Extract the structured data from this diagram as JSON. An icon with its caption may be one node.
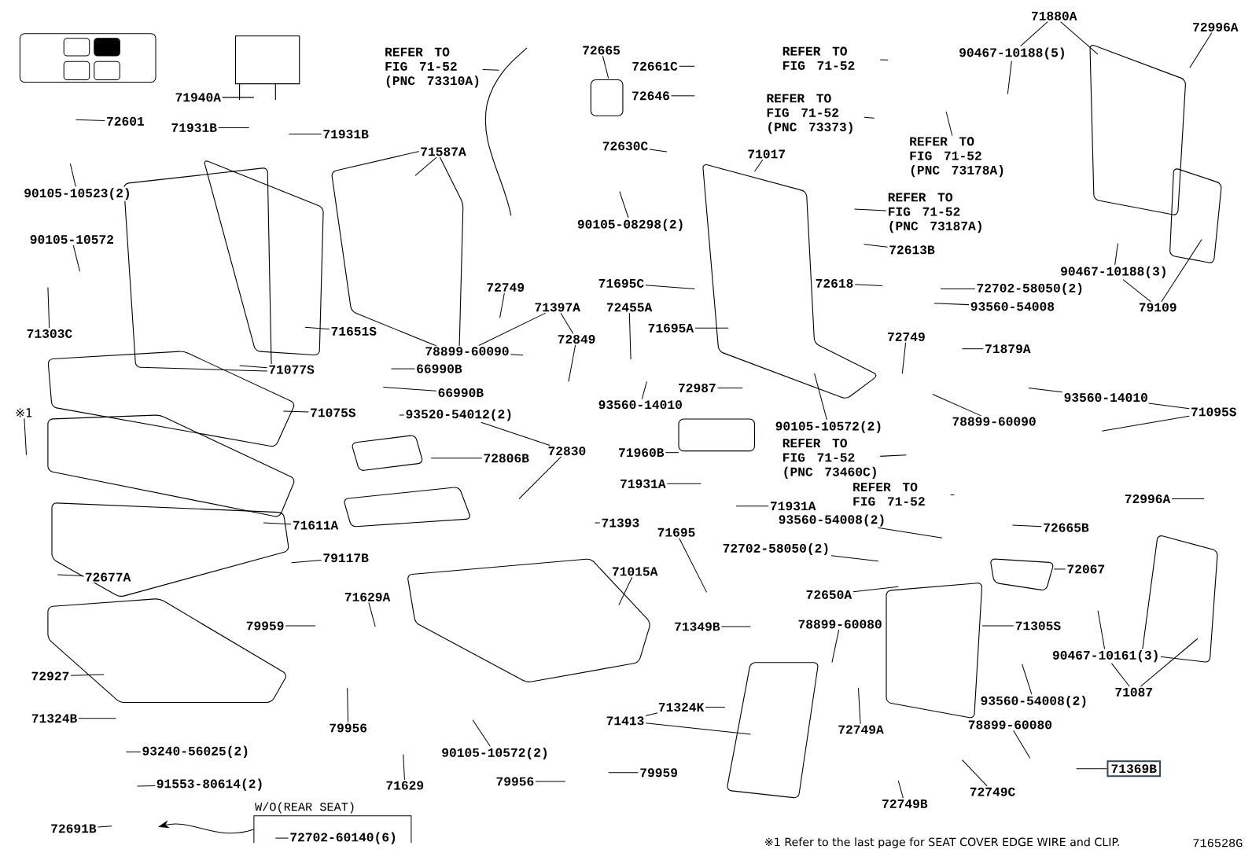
{
  "diagram": {
    "nodes": [
      {
        "text": [
          "REFER TO FIG 71-52 (PNC 73310A)"
        ]
      },
      {
        "text": [
          "72665"
        ]
      },
      {
        "text": [
          "72661C"
        ]
      },
      {
        "text": [
          "72646"
        ]
      },
      {
        "text": [
          "REFER TO FIG 71-52"
        ]
      },
      {
        "text": [
          "REFER TO FIG 71-52 (PNC 73373)"
        ]
      },
      {
        "text": [
          "REFER TO FIG 71-52 (PNC 73178A)"
        ]
      },
      {
        "text": [
          "REFER TO FIG 71-52 (PNC 73187A)"
        ]
      },
      {
        "text": [
          "71880A"
        ]
      },
      {
        "text": [
          "72996A"
        ]
      },
      {
        "text": [
          "90467-10188(5)"
        ]
      },
      {
        "text": [
          "71940A"
        ]
      },
      {
        "text": [
          "72601"
        ]
      },
      {
        "text": [
          "71931B"
        ]
      },
      {
        "text": [
          "71931B"
        ]
      },
      {
        "text": [
          "71587A"
        ]
      },
      {
        "text": [
          "72630C"
        ]
      },
      {
        "text": [
          "71017"
        ]
      },
      {
        "text": [
          "90105-10523(2)"
        ]
      },
      {
        "text": [
          "90105-10572"
        ]
      },
      {
        "text": [
          "90105-08298(2)"
        ]
      },
      {
        "text": [
          "72613B"
        ]
      },
      {
        "text": [
          "90467-10188(3)"
        ]
      },
      {
        "text": [
          "79109"
        ]
      },
      {
        "text": [
          "72618"
        ]
      },
      {
        "text": [
          "72702-58050(2)"
        ]
      },
      {
        "text": [
          "93560-54008"
        ]
      },
      {
        "text": [
          "71303C"
        ]
      },
      {
        "text": [
          "71651S"
        ]
      },
      {
        "text": [
          "72749"
        ]
      },
      {
        "text": [
          "71397A"
        ]
      },
      {
        "text": [
          "72455A"
        ]
      },
      {
        "text": [
          "71695C"
        ]
      },
      {
        "text": [
          "71695A"
        ]
      },
      {
        "text": [
          "72849"
        ]
      },
      {
        "text": [
          "78899-60090"
        ]
      },
      {
        "text": [
          "72749"
        ]
      },
      {
        "text": [
          "71879A"
        ]
      },
      {
        "text": [
          "71077S"
        ]
      },
      {
        "text": [
          "66990B"
        ]
      },
      {
        "text": [
          "66990B"
        ]
      },
      {
        "text": [
          "72987"
        ]
      },
      {
        "text": [
          "93560-14010"
        ]
      },
      {
        "text": [
          "78899-60090"
        ]
      },
      {
        "text": [
          "93560-14010"
        ]
      },
      {
        "text": [
          "71095S"
        ]
      },
      {
        "text": [
          "90105-10572(2)"
        ]
      },
      {
        "text": [
          "REFER TO FIG 71-52 (PNC 73460C)"
        ]
      },
      {
        "text": [
          "※1"
        ]
      },
      {
        "text": [
          "71075S"
        ]
      },
      {
        "text": [
          "93520-54012(2)"
        ]
      },
      {
        "text": [
          "72806B"
        ]
      },
      {
        "text": [
          "72830"
        ]
      },
      {
        "text": [
          "71960B"
        ]
      },
      {
        "text": [
          "71931A"
        ]
      },
      {
        "text": [
          "71931A"
        ]
      },
      {
        "text": [
          "REFER TO FIG 71-52"
        ]
      },
      {
        "text": [
          "72996A"
        ]
      },
      {
        "text": [
          "71611A"
        ]
      },
      {
        "text": [
          "71393"
        ]
      },
      {
        "text": [
          "71695"
        ]
      },
      {
        "text": [
          "93560-54008(2)"
        ]
      },
      {
        "text": [
          "72665B"
        ]
      },
      {
        "text": [
          "72702-58050(2)"
        ]
      },
      {
        "text": [
          "72677A"
        ]
      },
      {
        "text": [
          "79117B"
        ]
      },
      {
        "text": [
          "71015A"
        ]
      },
      {
        "text": [
          "72650A"
        ]
      },
      {
        "text": [
          "72067"
        ]
      },
      {
        "text": [
          "71629A"
        ]
      },
      {
        "text": [
          "79959"
        ]
      },
      {
        "text": [
          "71349B"
        ]
      },
      {
        "text": [
          "78899-60080"
        ]
      },
      {
        "text": [
          "71305S"
        ]
      },
      {
        "text": [
          "90467-10161(3)"
        ]
      },
      {
        "text": [
          "71087"
        ]
      },
      {
        "text": [
          "72927"
        ]
      },
      {
        "text": [
          "71324B"
        ]
      },
      {
        "text": [
          "79956"
        ]
      },
      {
        "text": [
          "71324K"
        ]
      },
      {
        "text": [
          "71413"
        ]
      },
      {
        "text": [
          "93560-54008(2)"
        ]
      },
      {
        "text": [
          "72749A"
        ]
      },
      {
        "text": [
          "93240-56025(2)"
        ]
      },
      {
        "text": [
          "90105-10572(2)"
        ]
      },
      {
        "text": [
          "78899-60080"
        ]
      },
      {
        "text": [
          "71629"
        ]
      },
      {
        "text": [
          "79956"
        ]
      },
      {
        "text": [
          "79959"
        ]
      },
      {
        "text": [
          "72749B"
        ]
      },
      {
        "text": [
          "72749C"
        ]
      },
      {
        "text": [
          "71369B"
        ]
      },
      {
        "text": [
          "91553-80614(2)"
        ]
      },
      {
        "text": [
          "72691B"
        ]
      },
      {
        "text": [
          "W/O(REAR SEAT)"
        ]
      },
      {
        "text": [
          "72702-60140(6)"
        ],
        "in": 94
      }
    ],
    "edges": [
      {
        "from": 0,
        "to": null,
        "arrow": "none"
      },
      {
        "from": 1,
        "to": null,
        "arrow": "none"
      },
      {
        "from": 2,
        "to": null,
        "arrow": "none"
      },
      {
        "from": 3,
        "to": null,
        "arrow": "none"
      },
      {
        "from": 4,
        "to": null,
        "arrow": "none"
      },
      {
        "from": 5,
        "to": null,
        "arrow": "none"
      },
      {
        "from": 6,
        "to": null,
        "arrow": "none"
      },
      {
        "from": 7,
        "to": null,
        "arrow": "none"
      },
      {
        "from": 8,
        "to": 10,
        "arrow": "none"
      },
      {
        "from": 8,
        "to": null,
        "arrow": "none"
      },
      {
        "from": 9,
        "to": null,
        "arrow": "none"
      },
      {
        "from": 10,
        "to": null,
        "arrow": "none"
      },
      {
        "from": 11,
        "to": null,
        "arrow": "none"
      },
      {
        "from": 12,
        "to": null,
        "arrow": "none"
      },
      {
        "from": 13,
        "to": null,
        "arrow": "none"
      },
      {
        "from": 14,
        "to": null,
        "arrow": "none"
      },
      {
        "from": 15,
        "to": null,
        "arrow": "none"
      },
      {
        "from": 16,
        "to": null,
        "arrow": "none"
      },
      {
        "from": 17,
        "to": null,
        "arrow": "none"
      },
      {
        "from": 18,
        "to": null,
        "arrow": "none"
      },
      {
        "from": 19,
        "to": null,
        "arrow": "none"
      },
      {
        "from": 20,
        "to": null,
        "arrow": "none"
      },
      {
        "from": 21,
        "to": null,
        "arrow": "none"
      },
      {
        "from": 22,
        "to": null,
        "arrow": "none"
      },
      {
        "from": 23,
        "to": 22,
        "arrow": "none"
      },
      {
        "from": 23,
        "to": null,
        "arrow": "none"
      },
      {
        "from": 24,
        "to": null,
        "arrow": "none"
      },
      {
        "from": 25,
        "to": null,
        "arrow": "none"
      },
      {
        "from": 26,
        "to": null,
        "arrow": "none"
      },
      {
        "from": 27,
        "to": null,
        "arrow": "none"
      },
      {
        "from": 28,
        "to": null,
        "arrow": "none"
      },
      {
        "from": 29,
        "to": null,
        "arrow": "none"
      },
      {
        "from": 30,
        "to": 35,
        "arrow": "none"
      },
      {
        "from": 30,
        "to": 34,
        "arrow": "none"
      },
      {
        "from": 31,
        "to": null,
        "arrow": "none"
      },
      {
        "from": 32,
        "to": null,
        "arrow": "none"
      },
      {
        "from": 33,
        "to": null,
        "arrow": "none"
      },
      {
        "from": 34,
        "to": null,
        "arrow": "none"
      },
      {
        "from": 35,
        "to": null,
        "arrow": "none"
      },
      {
        "from": 36,
        "to": null,
        "arrow": "none"
      },
      {
        "from": 37,
        "to": null,
        "arrow": "none"
      },
      {
        "from": 38,
        "to": null,
        "arrow": "none"
      },
      {
        "from": 39,
        "to": null,
        "arrow": "none"
      },
      {
        "from": 40,
        "to": null,
        "arrow": "none"
      },
      {
        "from": 41,
        "to": null,
        "arrow": "none"
      },
      {
        "from": 42,
        "to": null,
        "arrow": "none"
      },
      {
        "from": 43,
        "to": null,
        "arrow": "none"
      },
      {
        "from": 44,
        "to": null,
        "arrow": "none"
      },
      {
        "from": 45,
        "to": 44,
        "arrow": "none"
      },
      {
        "from": 45,
        "to": null,
        "arrow": "none"
      },
      {
        "from": 46,
        "to": null,
        "arrow": "none"
      },
      {
        "from": 47,
        "to": null,
        "arrow": "none"
      },
      {
        "from": 48,
        "to": null,
        "arrow": "none"
      },
      {
        "from": 49,
        "to": null,
        "arrow": "none"
      },
      {
        "from": 50,
        "to": null,
        "arrow": "none"
      },
      {
        "from": 51,
        "to": null,
        "arrow": "none"
      },
      {
        "from": 52,
        "to": 50,
        "arrow": "none"
      },
      {
        "from": 52,
        "to": null,
        "arrow": "none"
      },
      {
        "from": 53,
        "to": null,
        "arrow": "none"
      },
      {
        "from": 54,
        "to": null,
        "arrow": "none"
      },
      {
        "from": 55,
        "to": null,
        "arrow": "none"
      },
      {
        "from": 56,
        "to": null,
        "arrow": "none"
      },
      {
        "from": 57,
        "to": null,
        "arrow": "none"
      },
      {
        "from": 58,
        "to": null,
        "arrow": "none"
      },
      {
        "from": 59,
        "to": null,
        "arrow": "none"
      },
      {
        "from": 60,
        "to": null,
        "arrow": "none"
      },
      {
        "from": 61,
        "to": null,
        "arrow": "none"
      },
      {
        "from": 62,
        "to": null,
        "arrow": "none"
      },
      {
        "from": 63,
        "to": null,
        "arrow": "none"
      },
      {
        "from": 64,
        "to": null,
        "arrow": "none"
      },
      {
        "from": 65,
        "to": null,
        "arrow": "none"
      },
      {
        "from": 66,
        "to": null,
        "arrow": "none"
      },
      {
        "from": 67,
        "to": null,
        "arrow": "none"
      },
      {
        "from": 68,
        "to": null,
        "arrow": "none"
      },
      {
        "from": 69,
        "to": null,
        "arrow": "none"
      },
      {
        "from": 70,
        "to": null,
        "arrow": "none"
      },
      {
        "from": 71,
        "to": null,
        "arrow": "none"
      },
      {
        "from": 72,
        "to": null,
        "arrow": "none"
      },
      {
        "from": 73,
        "to": null,
        "arrow": "none"
      },
      {
        "from": 74,
        "to": null,
        "arrow": "none"
      },
      {
        "from": 75,
        "to": 74,
        "arrow": "none"
      },
      {
        "from": 75,
        "to": null,
        "arrow": "none"
      },
      {
        "from": 76,
        "to": null,
        "arrow": "none"
      },
      {
        "from": 77,
        "to": null,
        "arrow": "none"
      },
      {
        "from": 78,
        "to": null,
        "arrow": "none"
      },
      {
        "from": 79,
        "to": null,
        "arrow": "none"
      },
      {
        "from": 80,
        "to": 79,
        "arrow": "none"
      },
      {
        "from": 80,
        "to": null,
        "arrow": "none"
      },
      {
        "from": 81,
        "to": null,
        "arrow": "none"
      },
      {
        "from": 82,
        "to": null,
        "arrow": "none"
      },
      {
        "from": 83,
        "to": null,
        "arrow": "none"
      },
      {
        "from": 84,
        "to": null,
        "arrow": "none"
      },
      {
        "from": 85,
        "to": null,
        "arrow": "none"
      },
      {
        "from": 86,
        "to": null,
        "arrow": "none"
      },
      {
        "from": 87,
        "to": null,
        "arrow": "none"
      },
      {
        "from": 88,
        "to": null,
        "arrow": "none"
      },
      {
        "from": 89,
        "to": null,
        "arrow": "none"
      },
      {
        "from": 90,
        "to": null,
        "arrow": "none"
      },
      {
        "from": 91,
        "to": null,
        "arrow": "none"
      },
      {
        "from": 92,
        "to": null,
        "arrow": "none"
      },
      {
        "from": 93,
        "to": null,
        "arrow": "none"
      },
      {
        "from": 94,
        "to": null,
        "arrow": "to"
      },
      {
        "from": 95,
        "to": null,
        "arrow": "none"
      }
    ],
    "labels": [
      "※1 Refer to the last page for SEAT COVER EDGE WIRE and CLIP.",
      "716528G"
    ]
  }
}
